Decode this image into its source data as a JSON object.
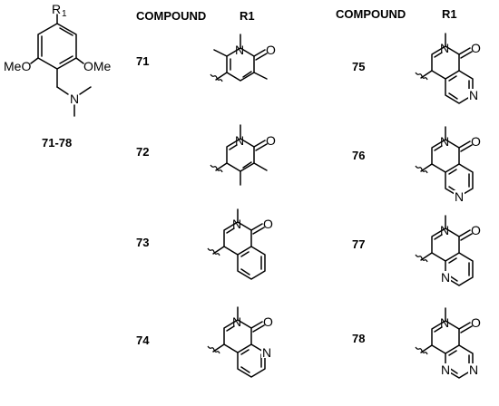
{
  "headers": {
    "compound_left": "COMPOUND",
    "r1_left": "R1",
    "compound_right": "COMPOUND",
    "r1_right": "R1"
  },
  "core": {
    "label": "71-78",
    "r_group": "R",
    "r_subscript": "1",
    "left_substituent": "MeO",
    "right_substituent": "OMe",
    "amine_atom": "N"
  },
  "compounds": [
    {
      "id": "71",
      "atoms": [
        "N",
        "O"
      ]
    },
    {
      "id": "72",
      "atoms": [
        "N",
        "O"
      ]
    },
    {
      "id": "73",
      "atoms": [
        "N",
        "O"
      ]
    },
    {
      "id": "74",
      "atoms": [
        "N",
        "O",
        "N"
      ]
    },
    {
      "id": "75",
      "atoms": [
        "N",
        "O",
        "N"
      ]
    },
    {
      "id": "76",
      "atoms": [
        "N",
        "O",
        "N"
      ]
    },
    {
      "id": "77",
      "atoms": [
        "N",
        "O",
        "N"
      ]
    },
    {
      "id": "78",
      "atoms": [
        "N",
        "O",
        "N",
        "N"
      ]
    }
  ]
}
